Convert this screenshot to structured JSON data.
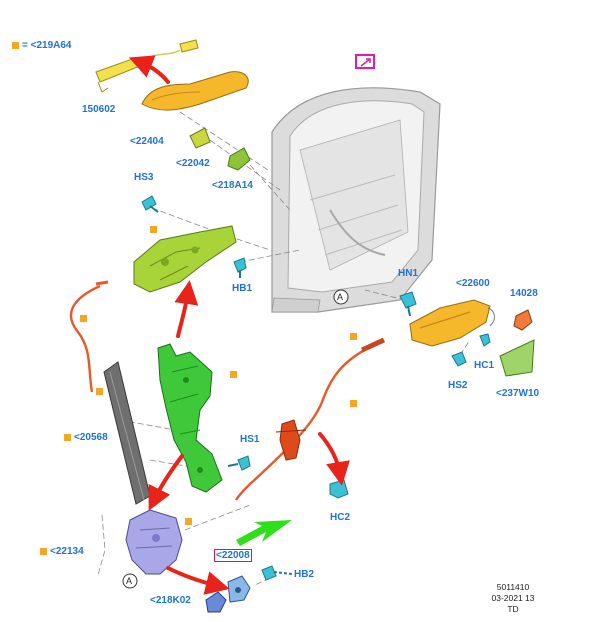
{
  "legend": {
    "symbol_color": "#f5a623",
    "text": "= <219A64"
  },
  "labels": {
    "l150602": "150602",
    "l22404": "<22404",
    "l22042": "<22042",
    "l218A14": "<218A14",
    "HS3": "HS3",
    "HB1": "HB1",
    "l20568": "<20568",
    "HS1": "HS1",
    "HN1": "HN1",
    "l22600": "<22600",
    "l14028": "14028",
    "HC1": "HC1",
    "HS2": "HS2",
    "l237W10": "<237W10",
    "HC2": "HC2",
    "l22134": "<22134",
    "l22008": "<22008",
    "HB2": "HB2",
    "l218K02": "<218K02",
    "detailA1": "A",
    "detailA2": "A"
  },
  "footer": {
    "line1": "5011410",
    "line2": "03-2021 13",
    "line3": "TD"
  },
  "colors": {
    "label_blue": "#1e73d8",
    "arrow_red": "#e8231a",
    "arrow_green": "#2ee01a",
    "highlight_box": "#e0135a",
    "view_box": "#e01bb5"
  }
}
